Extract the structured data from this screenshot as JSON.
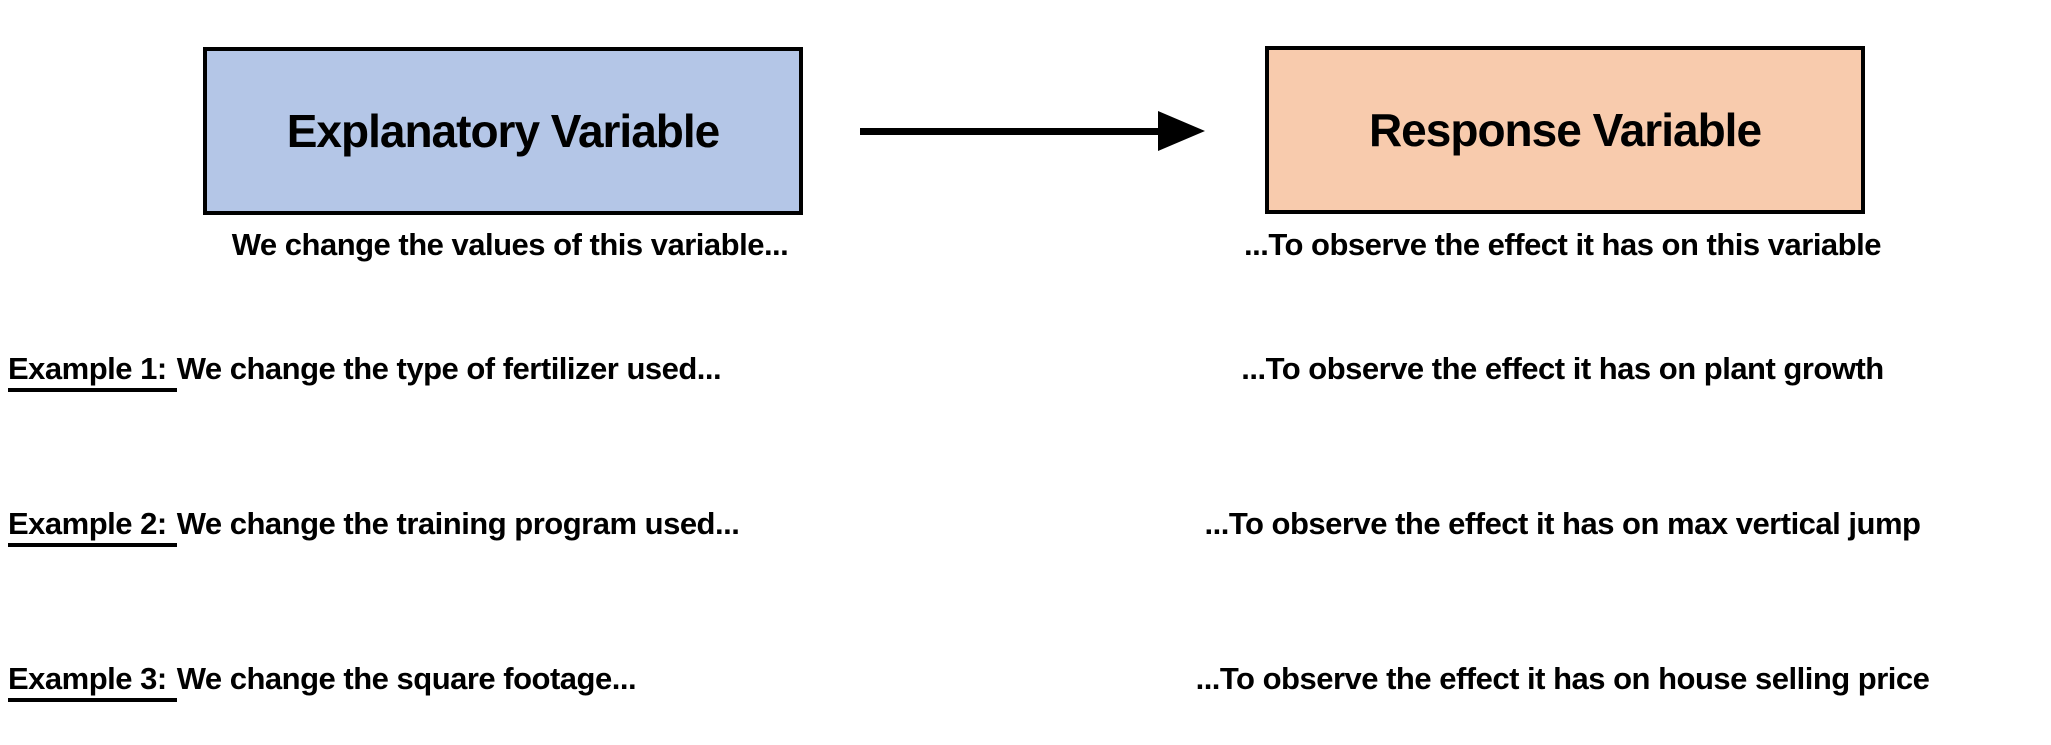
{
  "diagram": {
    "explanatory_box": {
      "label": "Explanatory Variable"
    },
    "response_box": {
      "label": "Response Variable"
    },
    "explanatory_caption": "We change the values of this variable...",
    "response_caption": "...To observe the effect it has on this variable"
  },
  "examples": [
    {
      "label": "Example 1:",
      "left": "We change the type of fertilizer used...",
      "right": "...To observe the effect it has on plant growth"
    },
    {
      "label": "Example 2:",
      "left": "We change the training program used...",
      "right": "...To observe the effect it has on max vertical jump"
    },
    {
      "label": "Example 3:",
      "left": "We change the square footage...",
      "right": "...To observe the effect it has on house selling price"
    }
  ],
  "colors": {
    "explanatory_fill": "#b4c6e7",
    "response_fill": "#f8cbad",
    "border": "#000000",
    "text": "#000000",
    "background": "#ffffff"
  }
}
